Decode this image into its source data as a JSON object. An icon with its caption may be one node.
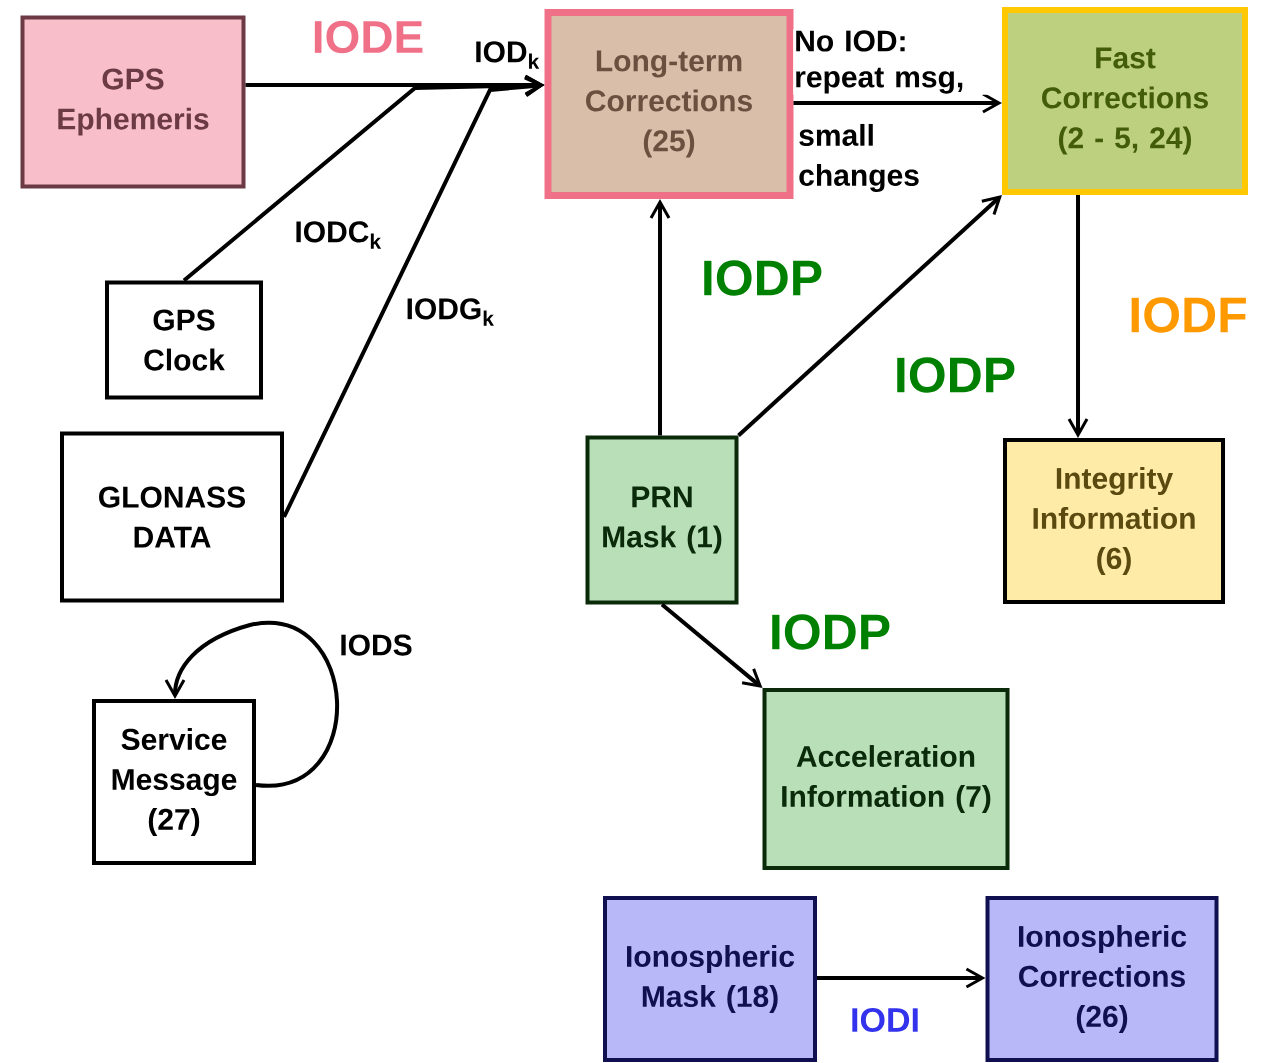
{
  "diagram": {
    "nodes": [
      {
        "text": [
          "GPS Ephemeris"
        ]
      },
      {
        "text": [
          "Long-term Corrections (25)"
        ]
      },
      {
        "text": [
          "Fast Corrections (2 - 5, 24)"
        ]
      },
      {
        "text": [
          "GPS Clock"
        ]
      },
      {
        "text": [
          "GLONASS DATA"
        ]
      },
      {
        "text": [
          "PRN Mask (1)"
        ]
      },
      {
        "text": [
          "Integrity Information (6)"
        ]
      },
      {
        "text": [
          "Service Message (27)"
        ]
      },
      {
        "text": [
          "Acceleration Information (7)"
        ]
      },
      {
        "text": [
          "Ionospheric Mask (18)"
        ]
      },
      {
        "text": [
          "Ionospheric Corrections (26)"
        ]
      }
    ],
    "edges": [
      {
        "from": 0,
        "to": 1,
        "arrow": "to",
        "label": "IODE"
      },
      {
        "from": 3,
        "to": 1,
        "arrow": "to",
        "label": "IODC$_{k}$"
      },
      {
        "from": 4,
        "to": 1,
        "arrow": "to",
        "label": "IODG$_{k}$"
      },
      {
        "from": 1,
        "to": 2,
        "arrow": "to",
        "label": "No IOD: repeat msg,"
      },
      {
        "from": 5,
        "to": 1,
        "arrow": "to",
        "label": "IODP"
      },
      {
        "from": 5,
        "to": 2,
        "arrow": "to",
        "label": "IODP"
      },
      {
        "from": 2,
        "to": 6,
        "arrow": "to",
        "label": "IODF"
      },
      {
        "from": 5,
        "to": 8,
        "arrow": "to",
        "label": "IODP"
      },
      {
        "from": 7,
        "to": 7,
        "arrow": "to",
        "label": "IODS"
      },
      {
        "from": 9,
        "to": 10,
        "arrow": "to",
        "label": "IODI"
      }
    ],
    "labels": [
      "IOD$_{k}$",
      "small changes"
    ]
  }
}
